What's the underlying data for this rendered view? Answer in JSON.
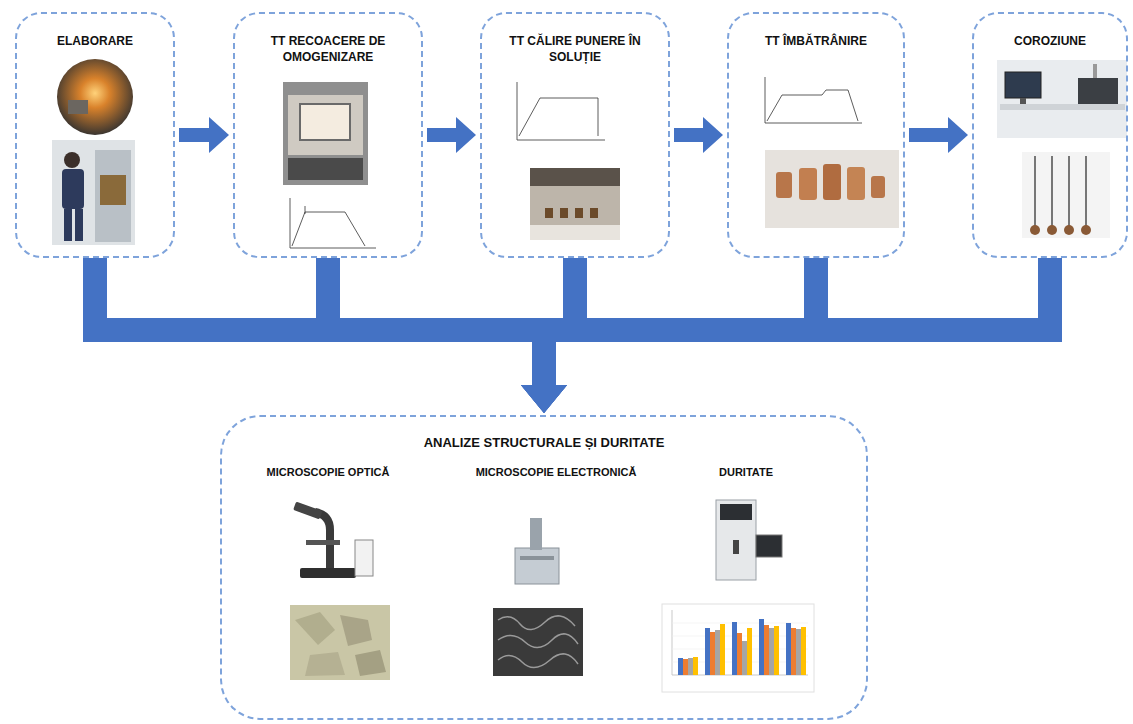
{
  "diagram": {
    "nodes": [
      {
        "text": [
          "ELABORARE"
        ]
      },
      {
        "text": [
          "TT RECOACERE DE OMOGENIZARE"
        ]
      },
      {
        "text": [
          "TT CĂLIRE PUNERE ÎN SOLUȚIE"
        ]
      },
      {
        "text": [
          "TT ÎMBĂTRÂNIRE"
        ]
      },
      {
        "text": [
          "COROZIUNE"
        ]
      },
      {
        "text": [
          "ANALIZE STRUCTURALE ȘI DURITATE",
          "MICROSCOPIE OPTICĂ",
          "MICROSCOPIE ELECTRONICĂ",
          "DURITATE"
        ]
      }
    ],
    "edges": [
      {
        "from": 0,
        "to": 1,
        "arrow": "to"
      },
      {
        "from": 1,
        "to": 2,
        "arrow": "to"
      },
      {
        "from": 2,
        "to": 3,
        "arrow": "to"
      },
      {
        "from": 3,
        "to": 4,
        "arrow": "to"
      },
      {
        "from": 0,
        "to": 5,
        "arrow": "to"
      },
      {
        "from": 1,
        "to": 5,
        "arrow": "to"
      },
      {
        "from": 2,
        "to": 5,
        "arrow": "to"
      },
      {
        "from": 3,
        "to": 5,
        "arrow": "to"
      },
      {
        "from": 4,
        "to": 5,
        "arrow": "to"
      }
    ]
  }
}
